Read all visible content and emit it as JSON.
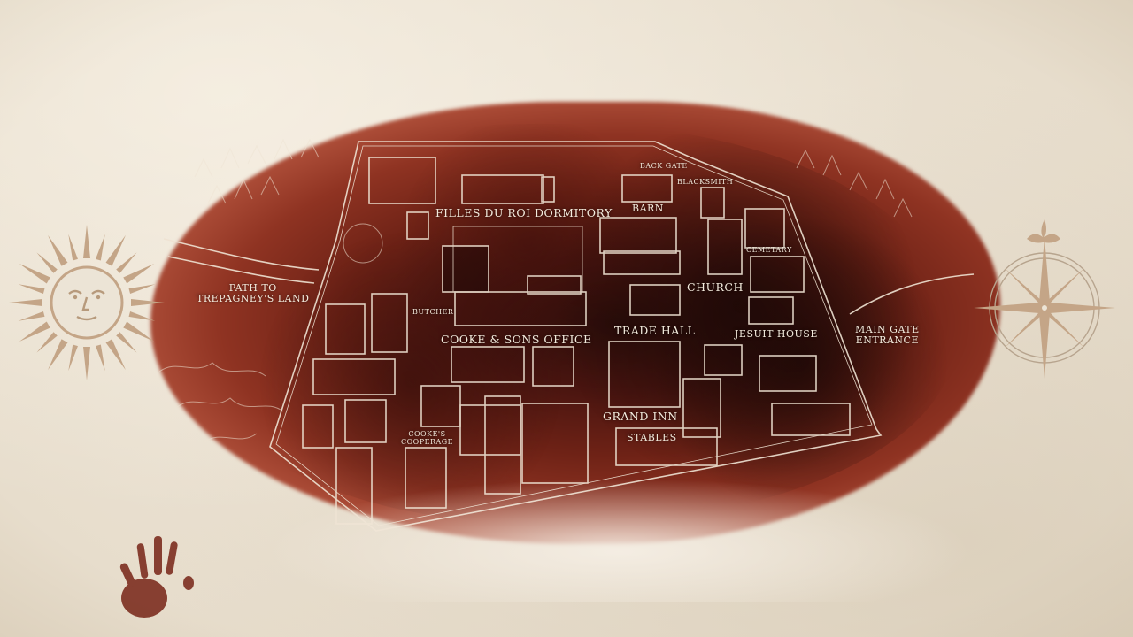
{
  "map": {
    "locations": [
      {
        "id": "filles-du-roi-dormitory",
        "label": "FILLES DU ROI DORMITORY"
      },
      {
        "id": "back-gate",
        "label": "BACK GATE"
      },
      {
        "id": "blacksmith",
        "label": "BLACKSMITH"
      },
      {
        "id": "barn",
        "label": "BARN"
      },
      {
        "id": "cemetery",
        "label": "CEMETARY"
      },
      {
        "id": "church",
        "label": "CHURCH"
      },
      {
        "id": "butcher",
        "label": "BUTCHER"
      },
      {
        "id": "cooke-sons-office",
        "label": "COOKE & SONS OFFICE"
      },
      {
        "id": "trade-hall",
        "label": "TRADE HALL"
      },
      {
        "id": "jesuit-house",
        "label": "JESUIT HOUSE"
      },
      {
        "id": "main-gate-entrance",
        "label_line1": "MAIN GATE",
        "label_line2": "ENTRANCE"
      },
      {
        "id": "path-to-trepagney",
        "label_line1": "PATH TO",
        "label_line2": "TREPAGNEY'S LAND"
      },
      {
        "id": "grand-inn",
        "label": "GRAND INN"
      },
      {
        "id": "stables",
        "label": "STABLES"
      },
      {
        "id": "cookes-cooperage",
        "label_line1": "COOKE'S",
        "label_line2": "COOPERAGE"
      }
    ],
    "emblems": {
      "sun": "sun-face-icon",
      "compass": "compass-rose-icon",
      "hand": "bloody-handprint-icon"
    },
    "colors": {
      "paper": "#ece4d6",
      "stain_dark": "#2a0d0a",
      "stain_mid": "#8f3322",
      "ink_light": "#f3ebdd",
      "emblem": "#c4a587"
    }
  }
}
